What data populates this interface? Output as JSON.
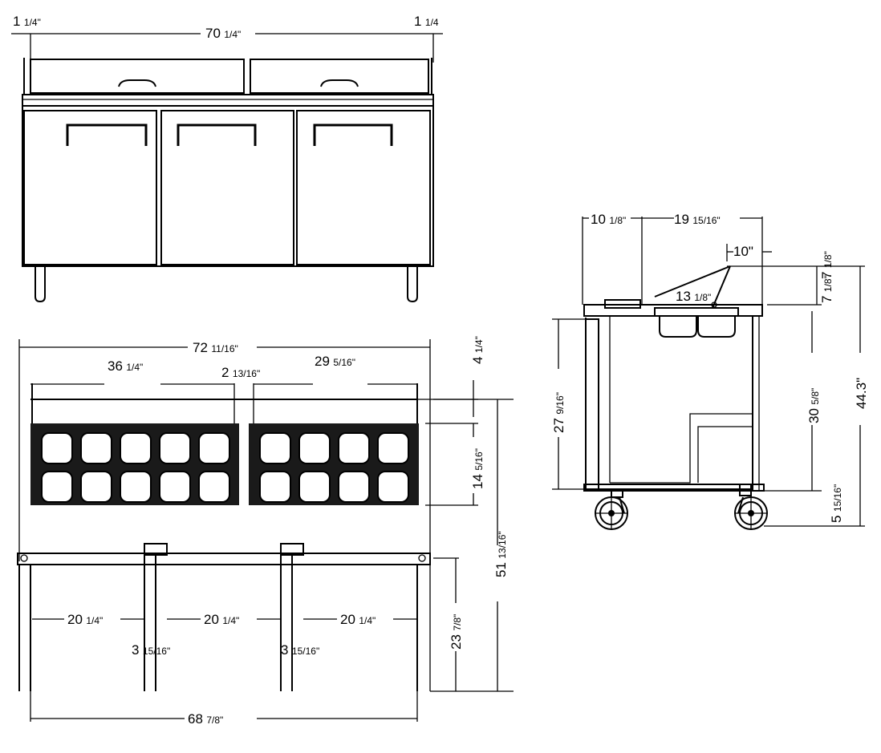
{
  "front": {
    "left_overhang": {
      "whole": "1",
      "frac": "1/4\""
    },
    "width": {
      "whole": "70",
      "frac": "1/4\""
    },
    "right_overhang": {
      "whole": "1",
      "frac": "1/4"
    }
  },
  "top": {
    "overall_width": {
      "whole": "72",
      "frac": "11/16\""
    },
    "left_lid": {
      "whole": "36",
      "frac": "1/4\""
    },
    "gap": {
      "whole": "2",
      "frac": "13/16\""
    },
    "right_lid": {
      "whole": "29",
      "frac": "5/16\""
    },
    "lid_depth": {
      "whole": "4",
      "frac": "1/4\""
    },
    "pan_depth": {
      "whole": "14",
      "frac": "5/16\""
    },
    "overall_depth": {
      "whole": "51",
      "frac": "13/16\""
    },
    "door_depth": {
      "whole": "23",
      "frac": "7/8\""
    },
    "door_1": {
      "whole": "20",
      "frac": "1/4\""
    },
    "door_2": {
      "whole": "20",
      "frac": "1/4\""
    },
    "door_3": {
      "whole": "20",
      "frac": "1/4\""
    },
    "mullion_1": {
      "whole": "3",
      "frac": "15/16\""
    },
    "mullion_2": {
      "whole": "3",
      "frac": "15/16\""
    },
    "base_width": {
      "whole": "68",
      "frac": "7/8\""
    }
  },
  "side": {
    "rail_depth": {
      "whole": "10",
      "frac": "1/8\""
    },
    "top_depth": {
      "whole": "19",
      "frac": "15/16\""
    },
    "lid_open": {
      "whole": "10\""
    },
    "lid_height": {
      "whole": "7",
      "frac": "1/8\""
    },
    "pan_opening": {
      "whole": "13",
      "frac": "1/8\""
    },
    "lower_height": {
      "whole": "7",
      "frac": "1/8\""
    },
    "cabinet_height": {
      "whole": "27",
      "frac": "9/16\""
    },
    "work_height": {
      "whole": "30",
      "frac": "5/8\""
    },
    "caster_height": {
      "whole": "5",
      "frac": "15/16\""
    },
    "total_height": {
      "whole": "44.3\""
    }
  }
}
